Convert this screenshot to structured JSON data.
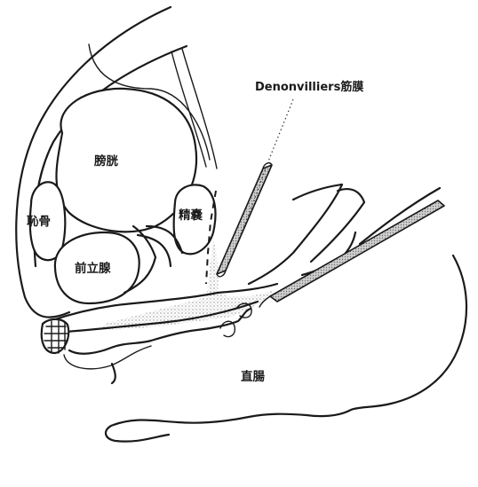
{
  "diagram": {
    "labels": {
      "bladder": "膀胱",
      "pubis": "恥骨",
      "seminal_vesicle": "精嚢",
      "prostate": "前立腺",
      "denonvilliers": "Denonvilliers筋膜",
      "rectum": "直腸"
    },
    "colors": {
      "ink": "#1a1a1a",
      "fascia_stipple": "#bdbdbd",
      "instrument": "#9a9a9a"
    }
  }
}
